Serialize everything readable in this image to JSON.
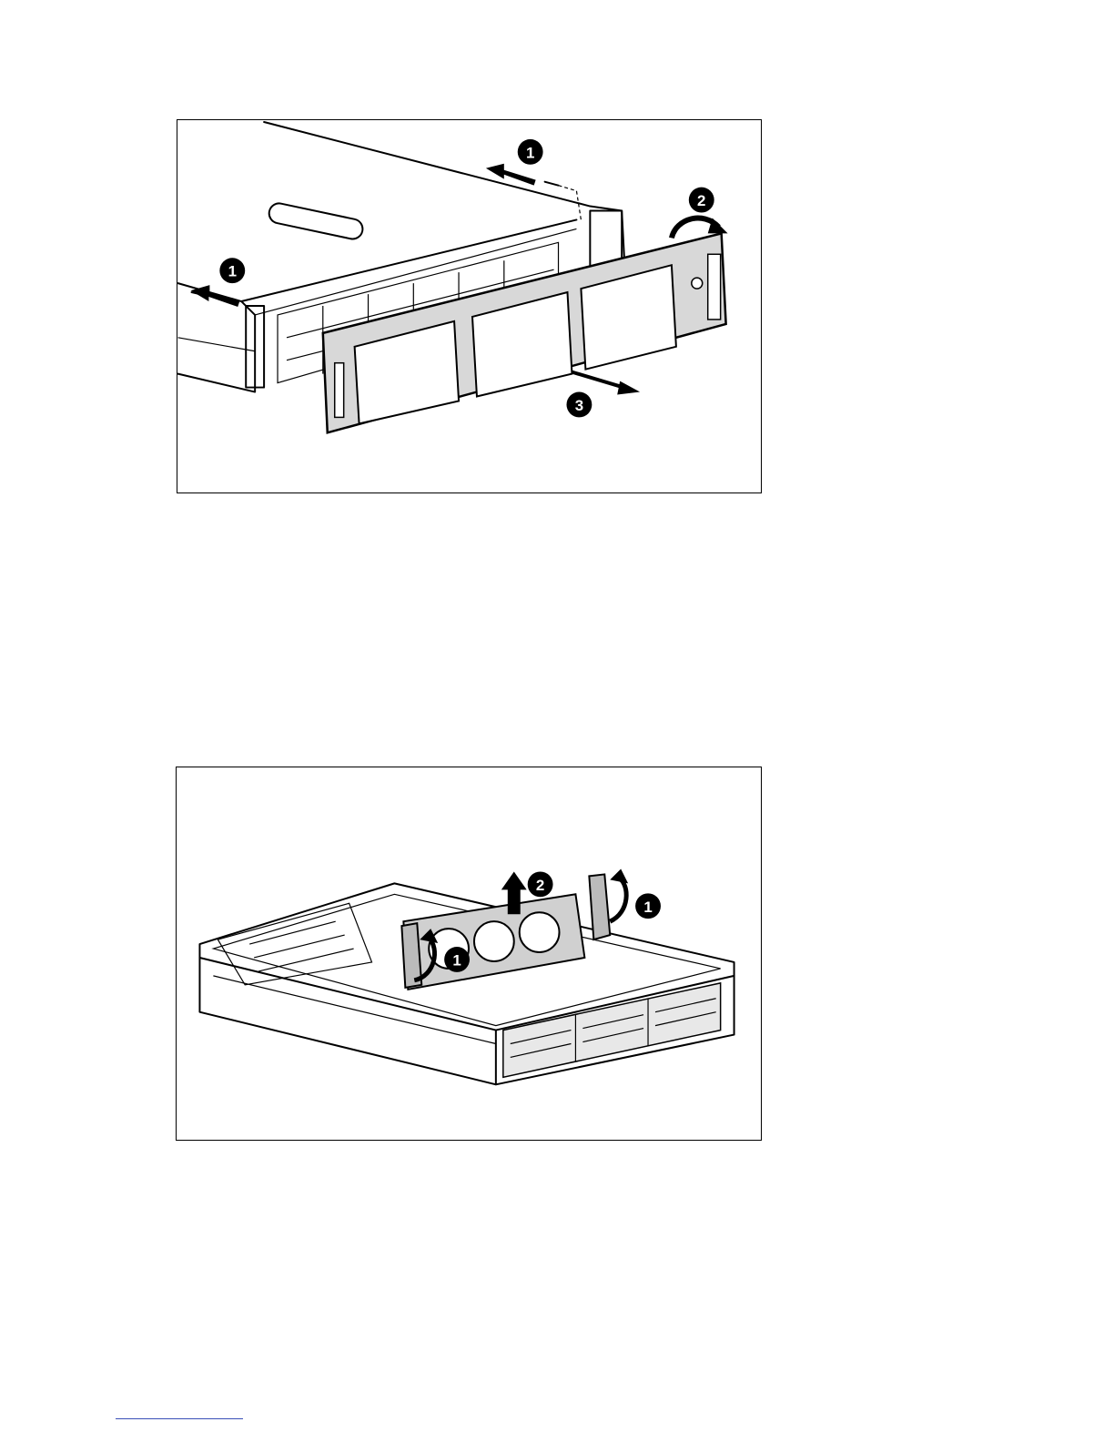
{
  "figures": [
    {
      "id": "remove-bezel",
      "callouts": [
        "1",
        "1",
        "2",
        "3"
      ]
    },
    {
      "id": "remove-fan-cage",
      "callouts": [
        "1",
        "1",
        "2"
      ]
    }
  ]
}
